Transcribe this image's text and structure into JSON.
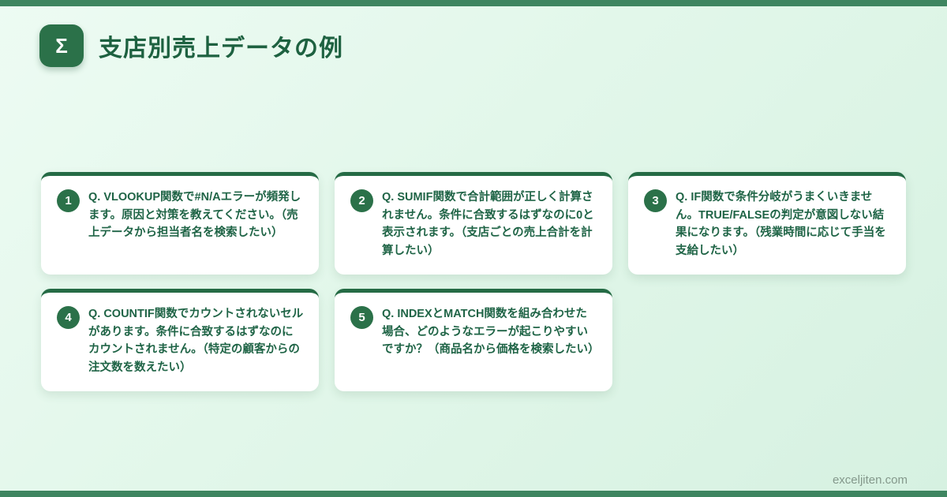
{
  "header": {
    "icon_glyph": "Σ",
    "title": "支店別売上データの例"
  },
  "cards": [
    {
      "number": "1",
      "text": "Q. VLOOKUP関数で#N/Aエラーが頻発します。原因と対策を教えてください。（売上データから担当者名を検索したい）"
    },
    {
      "number": "2",
      "text": "Q. SUMIF関数で合計範囲が正しく計算されません。条件に合致するはずなのに0と表示されます。（支店ごとの売上合計を計算したい）"
    },
    {
      "number": "3",
      "text": "Q. IF関数で条件分岐がうまくいきません。TRUE/FALSEの判定が意図しない結果になります。（残業時間に応じて手当を支給したい）"
    },
    {
      "number": "4",
      "text": "Q. COUNTIF関数でカウントされないセルがあります。条件に合致するはずなのにカウントされません。（特定の顧客からの注文数を数えたい）"
    },
    {
      "number": "5",
      "text": "Q. INDEXとMATCH関数を組み合わせた場合、どのようなエラーが起こりやすいですか？（商品名から価格を検索したい）"
    }
  ],
  "footer": {
    "site": "exceljiten.com"
  },
  "colors": {
    "bar_green": "#3e8560",
    "icon_badge_green": "#2b7149",
    "card_border_green": "#256b45",
    "title_green": "#1d6140",
    "card_text_green": "#1f6446",
    "background_mint": "#e2f7ea",
    "card_white": "#ffffff",
    "footer_gray": "#84988b"
  }
}
